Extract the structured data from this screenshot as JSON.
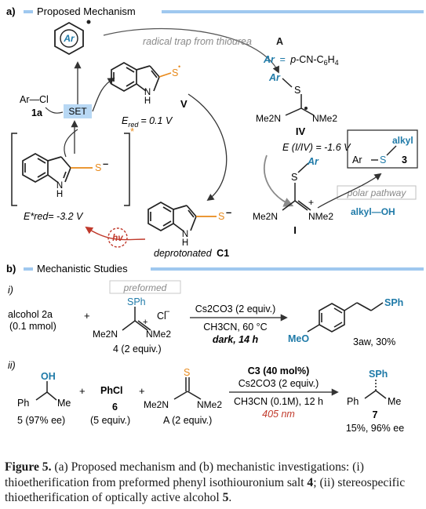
{
  "figure": {
    "panel_a": {
      "label": "a)",
      "title": "Proposed Mechanism",
      "aryl_ring": "Ar",
      "radical_trap": "radical trap from thiourea",
      "radical_trap_ref": "A",
      "ar_definition": "Ar = p-CN-C6H4",
      "ar_sym": "Ar",
      "ar_eq": "=",
      "ar_p": "p",
      "ar_rest": "-CN-C",
      "ar_sub1": "6",
      "ar_h": "H",
      "ar_sub2": "4",
      "ar_cl": "Ar—Cl",
      "ar_cl_id": "1a",
      "set_label": "SET",
      "v_id": "V",
      "v_nh": "N",
      "v_h": "H",
      "v_s": "S",
      "v_dot": "•",
      "ered_label": "E",
      "ered_sub": "red",
      "ered_val": "= 0.1  V",
      "iv_ar": "Ar",
      "iv_s": "S",
      "iv_left": "Me2N",
      "iv_right": "NMe2",
      "iv_id": "IV",
      "iv_potential": "E (I/IV) = -1.6 V",
      "product_ar": "Ar",
      "product_s": "S",
      "product_alkyl": "alkyl",
      "product_id": "3",
      "excited_nh": "N",
      "excited_h": "H",
      "excited_s": "S",
      "excited_minus": "–",
      "excited_star": "*",
      "excited_potential": "E*red= -3.2 V",
      "hv": "hv",
      "c1_nh": "N",
      "c1_h": "H",
      "c1_s": "S",
      "c1_minus": "–",
      "c1_label": "deprotonated",
      "c1_id": "C1",
      "i_s": "S",
      "i_ar": "Ar",
      "i_left": "Me2N",
      "i_right": "NMe2",
      "i_plus": "+",
      "i_id": "I",
      "polar_pathway": "polar pathway",
      "alkyl_oh": "alkyl—OH"
    },
    "panel_b": {
      "label": "b)",
      "title": "Mechanistic Studies",
      "row_i": {
        "num": "i)",
        "alcohol": "alcohol 2a",
        "amount": "(0.1 mmol)",
        "plus": "+",
        "preformed": "preformed",
        "sph": "SPh",
        "cl": "Cl",
        "minus": "–",
        "plus_charge": "+",
        "left": "Me2N",
        "right": "NMe2",
        "reagent": "4 (2 equiv.)",
        "cond1": "Cs2CO3 (2 equiv.)",
        "cond2": "CH3CN, 60 °C",
        "cond3": "dark, 14 h",
        "meo": "MeO",
        "product_sph": "SPh",
        "product": "3aw, 30%"
      },
      "row_ii": {
        "num": "ii)",
        "oh": "OH",
        "ph": "Ph",
        "me": "Me",
        "alcohol": "5 (97% ee)",
        "plus1": "+",
        "phcl": "PhCl",
        "phcl_id": "6",
        "phcl_equiv": "(5 equiv.)",
        "plus2": "+",
        "s": "S",
        "left": "Me2N",
        "right": "NMe2",
        "thiourea": "A (2 equiv.)",
        "cond1": "C3 (40 mol%)",
        "cond2": "Cs2CO3 (2 equiv.)",
        "cond3": "CH3CN (0.1M), 12 h",
        "cond4": "405 nm",
        "p_sph": "SPh",
        "p_ph": "Ph",
        "p_me": "Me",
        "p_id": "7",
        "p_yield": "15%, 96% ee"
      }
    }
  },
  "caption": {
    "label": "Figure 5.",
    "text": " (a) Proposed mechanism and (b) mechanistic investigations: (i) thioetherification from preformed phenyl isothiouronium salt ",
    "salt_id": "4",
    "mid": "; (ii) stereospecific thioetherification of optically active alcohol ",
    "alcohol_id": "5",
    "end": "."
  },
  "colors": {
    "teal": "#1f7aa8",
    "orange": "#e8891a",
    "blue_bar": "#9fc8ef",
    "red": "#c0392b",
    "gray": "#9a9a9a",
    "set_bg": "#b8d8f4"
  }
}
